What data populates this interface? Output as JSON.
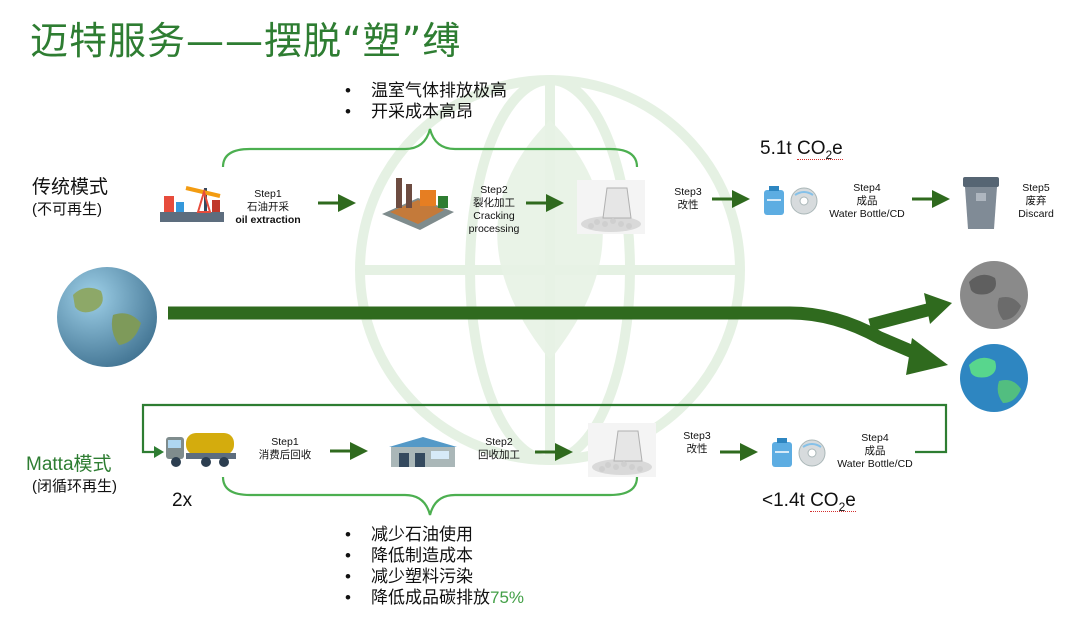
{
  "title": "迈特服务——摆脱“塑”缚",
  "top_bullets": [
    "温室气体排放极高",
    "开采成本高昂"
  ],
  "traditional": {
    "label": "传统模式",
    "sublabel": "(不可再生)",
    "step1": {
      "name": "Step1",
      "cn": "石油开采",
      "en": "oil extraction"
    },
    "step2": {
      "name": "Step2",
      "cn": "裂化加工",
      "en1": "Cracking",
      "en2": "processing"
    },
    "step3": {
      "name": "Step3",
      "cn": "改性"
    },
    "step4": {
      "name": "Step4",
      "cn": "成品",
      "en": "Water Bottle/CD"
    },
    "step5": {
      "name": "Step5",
      "cn": "废弃",
      "en": "Discard"
    },
    "co2": {
      "prefix": "5.1t ",
      "co": "CO",
      "sub": "2",
      "e": "e"
    }
  },
  "matta": {
    "label": "Matta模式",
    "sublabel": "(闭循环再生)",
    "multiplier": "2x",
    "step1": {
      "name": "Step1",
      "cn": "消费后回收"
    },
    "step2": {
      "name": "Step2",
      "cn": "回收加工"
    },
    "step3": {
      "name": "Step3",
      "cn": "改性"
    },
    "step4": {
      "name": "Step4",
      "cn": "成品",
      "en": "Water Bottle/CD"
    },
    "co2": {
      "prefix": "<1.4t ",
      "co": "CO",
      "sub": "2",
      "e": "e"
    }
  },
  "bottom_bullets": [
    "减少石油使用",
    "降低制造成本",
    "减少塑料污染"
  ],
  "last_bullet": {
    "text": "降低成品碳排放",
    "highlight": "75%"
  },
  "colors": {
    "accent_green": "#2e7d32",
    "arrow_green": "#2f6a1e",
    "highlight_green": "#43a047"
  },
  "icons": [
    "oil-pump-icon",
    "factory-icon",
    "plastic-pellets-icon",
    "water-bottle-icon",
    "cd-icon",
    "trash-bin-icon",
    "tanker-truck-icon",
    "warehouse-icon",
    "earth-icon",
    "grey-earth-icon"
  ]
}
